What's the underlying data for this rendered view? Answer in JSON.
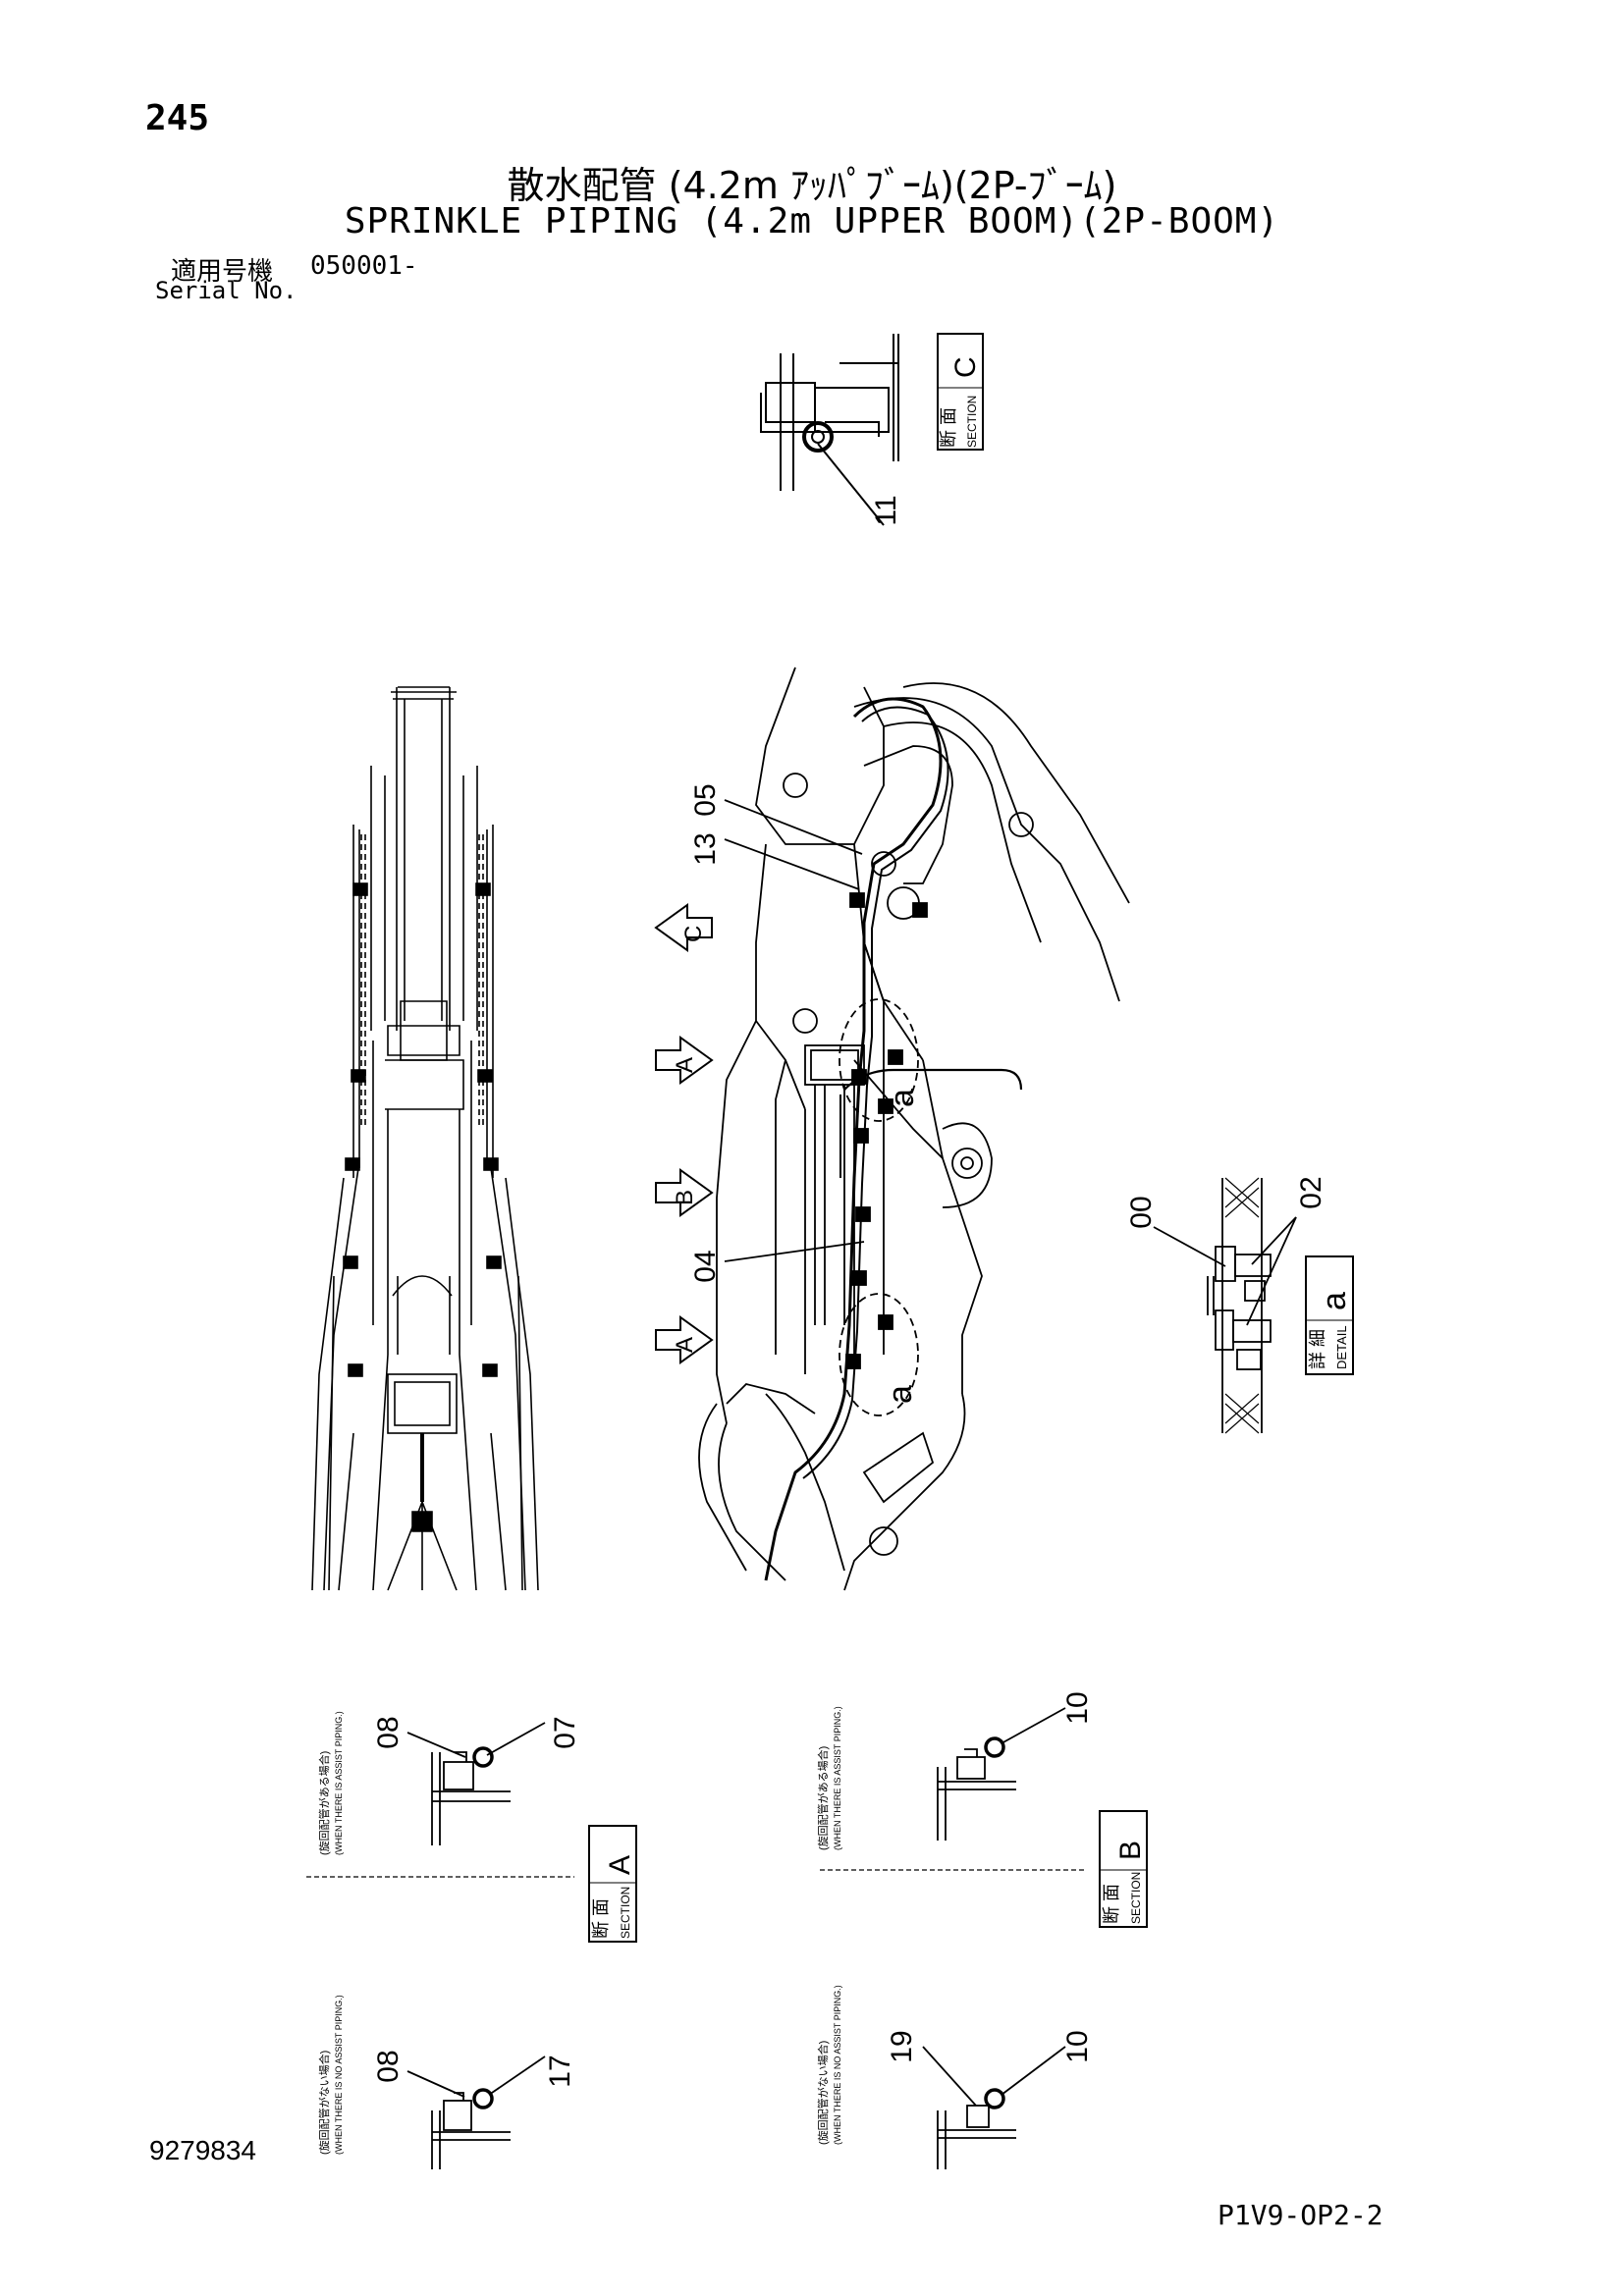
{
  "header": {
    "page_number": "245",
    "title_jp": "散水配管 (4.2m ｱｯﾊﾟﾌﾞｰﾑ)(2P-ﾌﾞｰﾑ)",
    "title_en": "SPRINKLE PIPING (4.2m UPPER BOOM)(2P-BOOM)",
    "serial_label_jp": "適用号機",
    "serial_value": "050001-",
    "serial_label_en": "Serial No."
  },
  "footer": {
    "drawing_number": "9279834",
    "document_code": "P1V9-OP2-2"
  },
  "sections": {
    "danmen": "断 面",
    "section_label": "SECTION",
    "shousai": "詳 細",
    "detail_label": "DETAIL",
    "c": "C",
    "a": "A",
    "b": "B",
    "detail_a": "a"
  },
  "view_markers": {
    "c": "C",
    "a_upper": "A",
    "b": "B",
    "a_lower": "A",
    "detail_a_upper": "a",
    "detail_a_lower": "a"
  },
  "part_numbers": {
    "p11": "11",
    "p05": "05",
    "p13": "13",
    "p04": "04",
    "p00": "00",
    "p02": "02",
    "p08_upper": "08",
    "p07": "07",
    "p08_lower": "08",
    "p17": "17",
    "p10_upper": "10",
    "p19": "19",
    "p10_lower": "10"
  },
  "notes": {
    "a_upper_jp": "(旋回配管がある場合)",
    "a_upper_en": "(WHEN THERE IS ASSIST PIPING.)",
    "a_lower_jp": "(旋回配管がない場合)",
    "a_lower_en": "(WHEN THERE IS NO ASSIST PIPING.)",
    "b_upper_jp": "(旋回配管がある場合)",
    "b_upper_en": "(WHEN THERE IS ASSIST PIPING.)",
    "b_lower_jp": "(旋回配管がない場合)",
    "b_lower_en": "(WHEN THERE IS NO ASSIST PIPING.)"
  }
}
